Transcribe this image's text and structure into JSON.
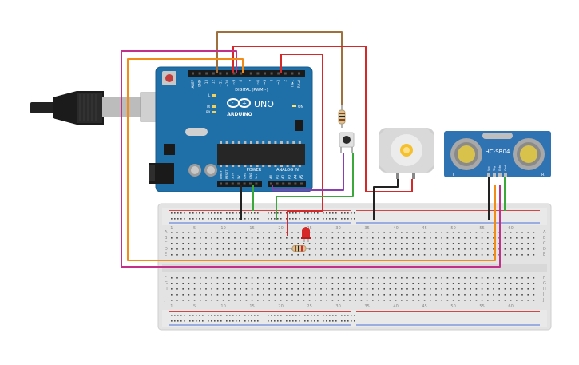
{
  "arduino": {
    "brand": "ARDUINO",
    "model": "UNO",
    "on_label": "ON",
    "tx_label": "TX",
    "rx_label": "RX",
    "l_label": "L",
    "digital_label": "DIGITAL (PWM~)",
    "power_label": "POWER",
    "analog_label": "ANALOG IN",
    "top_pins": [
      "AREF",
      "GND",
      "13",
      "12",
      "~11",
      "~10",
      "~9",
      "8",
      "7",
      "~6",
      "~5",
      "4",
      "~3",
      "2",
      "TX▸1",
      "RX◂0"
    ],
    "power_pins": [
      "IOREF",
      "RESET",
      "3.3V",
      "5V",
      "GND",
      "GND",
      "Vin"
    ],
    "analog_pins": [
      "A0",
      "A1",
      "A2",
      "A3",
      "A4",
      "A5"
    ]
  },
  "sensor": {
    "model": "HC-SR04",
    "left_mark": "T",
    "right_mark": "R",
    "pins": [
      "Vcc",
      "Trig",
      "Echo",
      "Gnd"
    ]
  },
  "breadboard": {
    "top_numbers": [
      "1",
      "5",
      "10",
      "15",
      "20",
      "25",
      "30",
      "35",
      "40",
      "45",
      "50",
      "55",
      "60"
    ],
    "bottom_numbers": [
      "1",
      "5",
      "10",
      "15",
      "20",
      "25",
      "30",
      "35",
      "40",
      "45",
      "50",
      "55",
      "60"
    ],
    "left_rows": [
      "A",
      "B",
      "C",
      "D",
      "E",
      "F",
      "G",
      "H",
      "I",
      "J"
    ],
    "right_rows": [
      "A",
      "B",
      "C",
      "D",
      "E",
      "F",
      "G",
      "H",
      "I",
      "J"
    ]
  },
  "colors": {
    "wire_brown": "#a0703c",
    "wire_red": "#d62828",
    "wire_magenta": "#c2308a",
    "wire_orange": "#f28c18",
    "wire_black": "#222222",
    "wire_green": "#3aa83a",
    "wire_purple": "#8a3fb0",
    "wire_gray": "#9a9a9a",
    "board_blue": "#1f6fa8",
    "breadboard": "#e6e6e6"
  }
}
